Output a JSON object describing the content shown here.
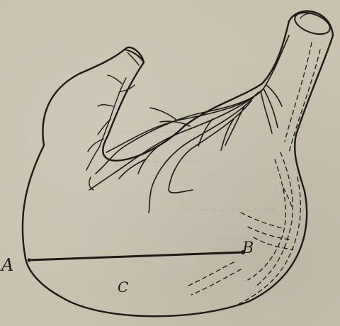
{
  "labels": {
    "A": "A",
    "B": "B",
    "C": "C"
  },
  "colors": {
    "paper": "#c8c2ae",
    "ink": "#1b1a17"
  }
}
